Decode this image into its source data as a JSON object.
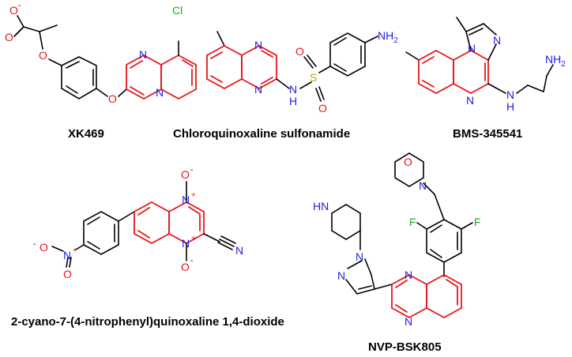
{
  "colors": {
    "scaffold": "#e8141b",
    "nitrogen": "#1c1ce6",
    "oxygen": "#e8141b",
    "sulfur": "#c9a100",
    "chlorine": "#1faa1f",
    "fluorine": "#1faa1f",
    "bond": "#000000"
  },
  "compounds": [
    {
      "id": "xk469",
      "name": "XK469"
    },
    {
      "id": "chloroquinoxaline",
      "name": "Chloroquinoxaline sulfonamide"
    },
    {
      "id": "bms",
      "name": "BMS-345541"
    },
    {
      "id": "cyano",
      "name": "2-cyano-7-(4-nitrophenyl)quinoxaline 1,4-dioxide"
    },
    {
      "id": "nvp",
      "name": "NVP-BSK805"
    }
  ],
  "atoms": {
    "xk": {
      "o_minus": "O",
      "minus": "-",
      "o_carbonyl": "O",
      "o_ether": "O",
      "o_link": "O",
      "n1": "N",
      "n2": "N",
      "cl": "Cl"
    },
    "cq": {
      "n1": "N",
      "n2": "N",
      "nh": "N",
      "h": "H",
      "s": "S",
      "o1": "O",
      "o2": "O",
      "nh2": "NH",
      "sub2": "2"
    },
    "bms": {
      "n_bridge": "N",
      "n_imid": "N",
      "n_ring": "N",
      "nh": "N",
      "h": "H",
      "nh2": "NH",
      "sub2": "2"
    },
    "cy": {
      "n1": "N",
      "n1_plus": "+",
      "n2": "N",
      "n2_plus": "+",
      "o1": "O",
      "o1_minus": "-",
      "o2": "O",
      "o2_minus": "-",
      "cn": "N",
      "nitro_o1": "O",
      "nitro_o1_minus": "-",
      "nitro_n": "N",
      "nitro_plus": "+",
      "nitro_o2": "O"
    },
    "nvp": {
      "o": "O",
      "n_morph": "N",
      "nh_pip": "HN",
      "n1_pyr": "N",
      "n2_pyr": "N",
      "n1": "N",
      "n2": "N",
      "f1": "F",
      "f2": "F"
    }
  }
}
